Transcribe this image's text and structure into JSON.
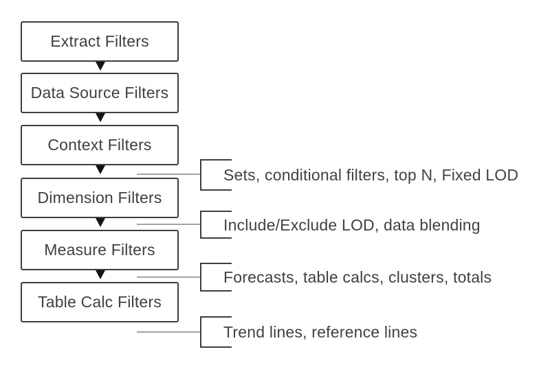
{
  "flow": {
    "steps": [
      {
        "label": "Extract Filters"
      },
      {
        "label": "Data Source Filters"
      },
      {
        "label": "Context Filters"
      },
      {
        "label": "Dimension Filters"
      },
      {
        "label": "Measure Filters"
      },
      {
        "label": "Table Calc Filters"
      }
    ],
    "annotations": [
      {
        "text": "Sets, conditional filters, top N, Fixed LOD"
      },
      {
        "text": "Include/Exclude LOD, data blending"
      },
      {
        "text": "Forecasts, table calcs, clusters, totals"
      },
      {
        "text": "Trend lines, reference lines"
      }
    ],
    "colors": {
      "box_border": "#3d3d3d",
      "text": "#404040",
      "arrow": "#141414",
      "connector_line": "#a3a3a3",
      "background": "#ffffff"
    }
  }
}
